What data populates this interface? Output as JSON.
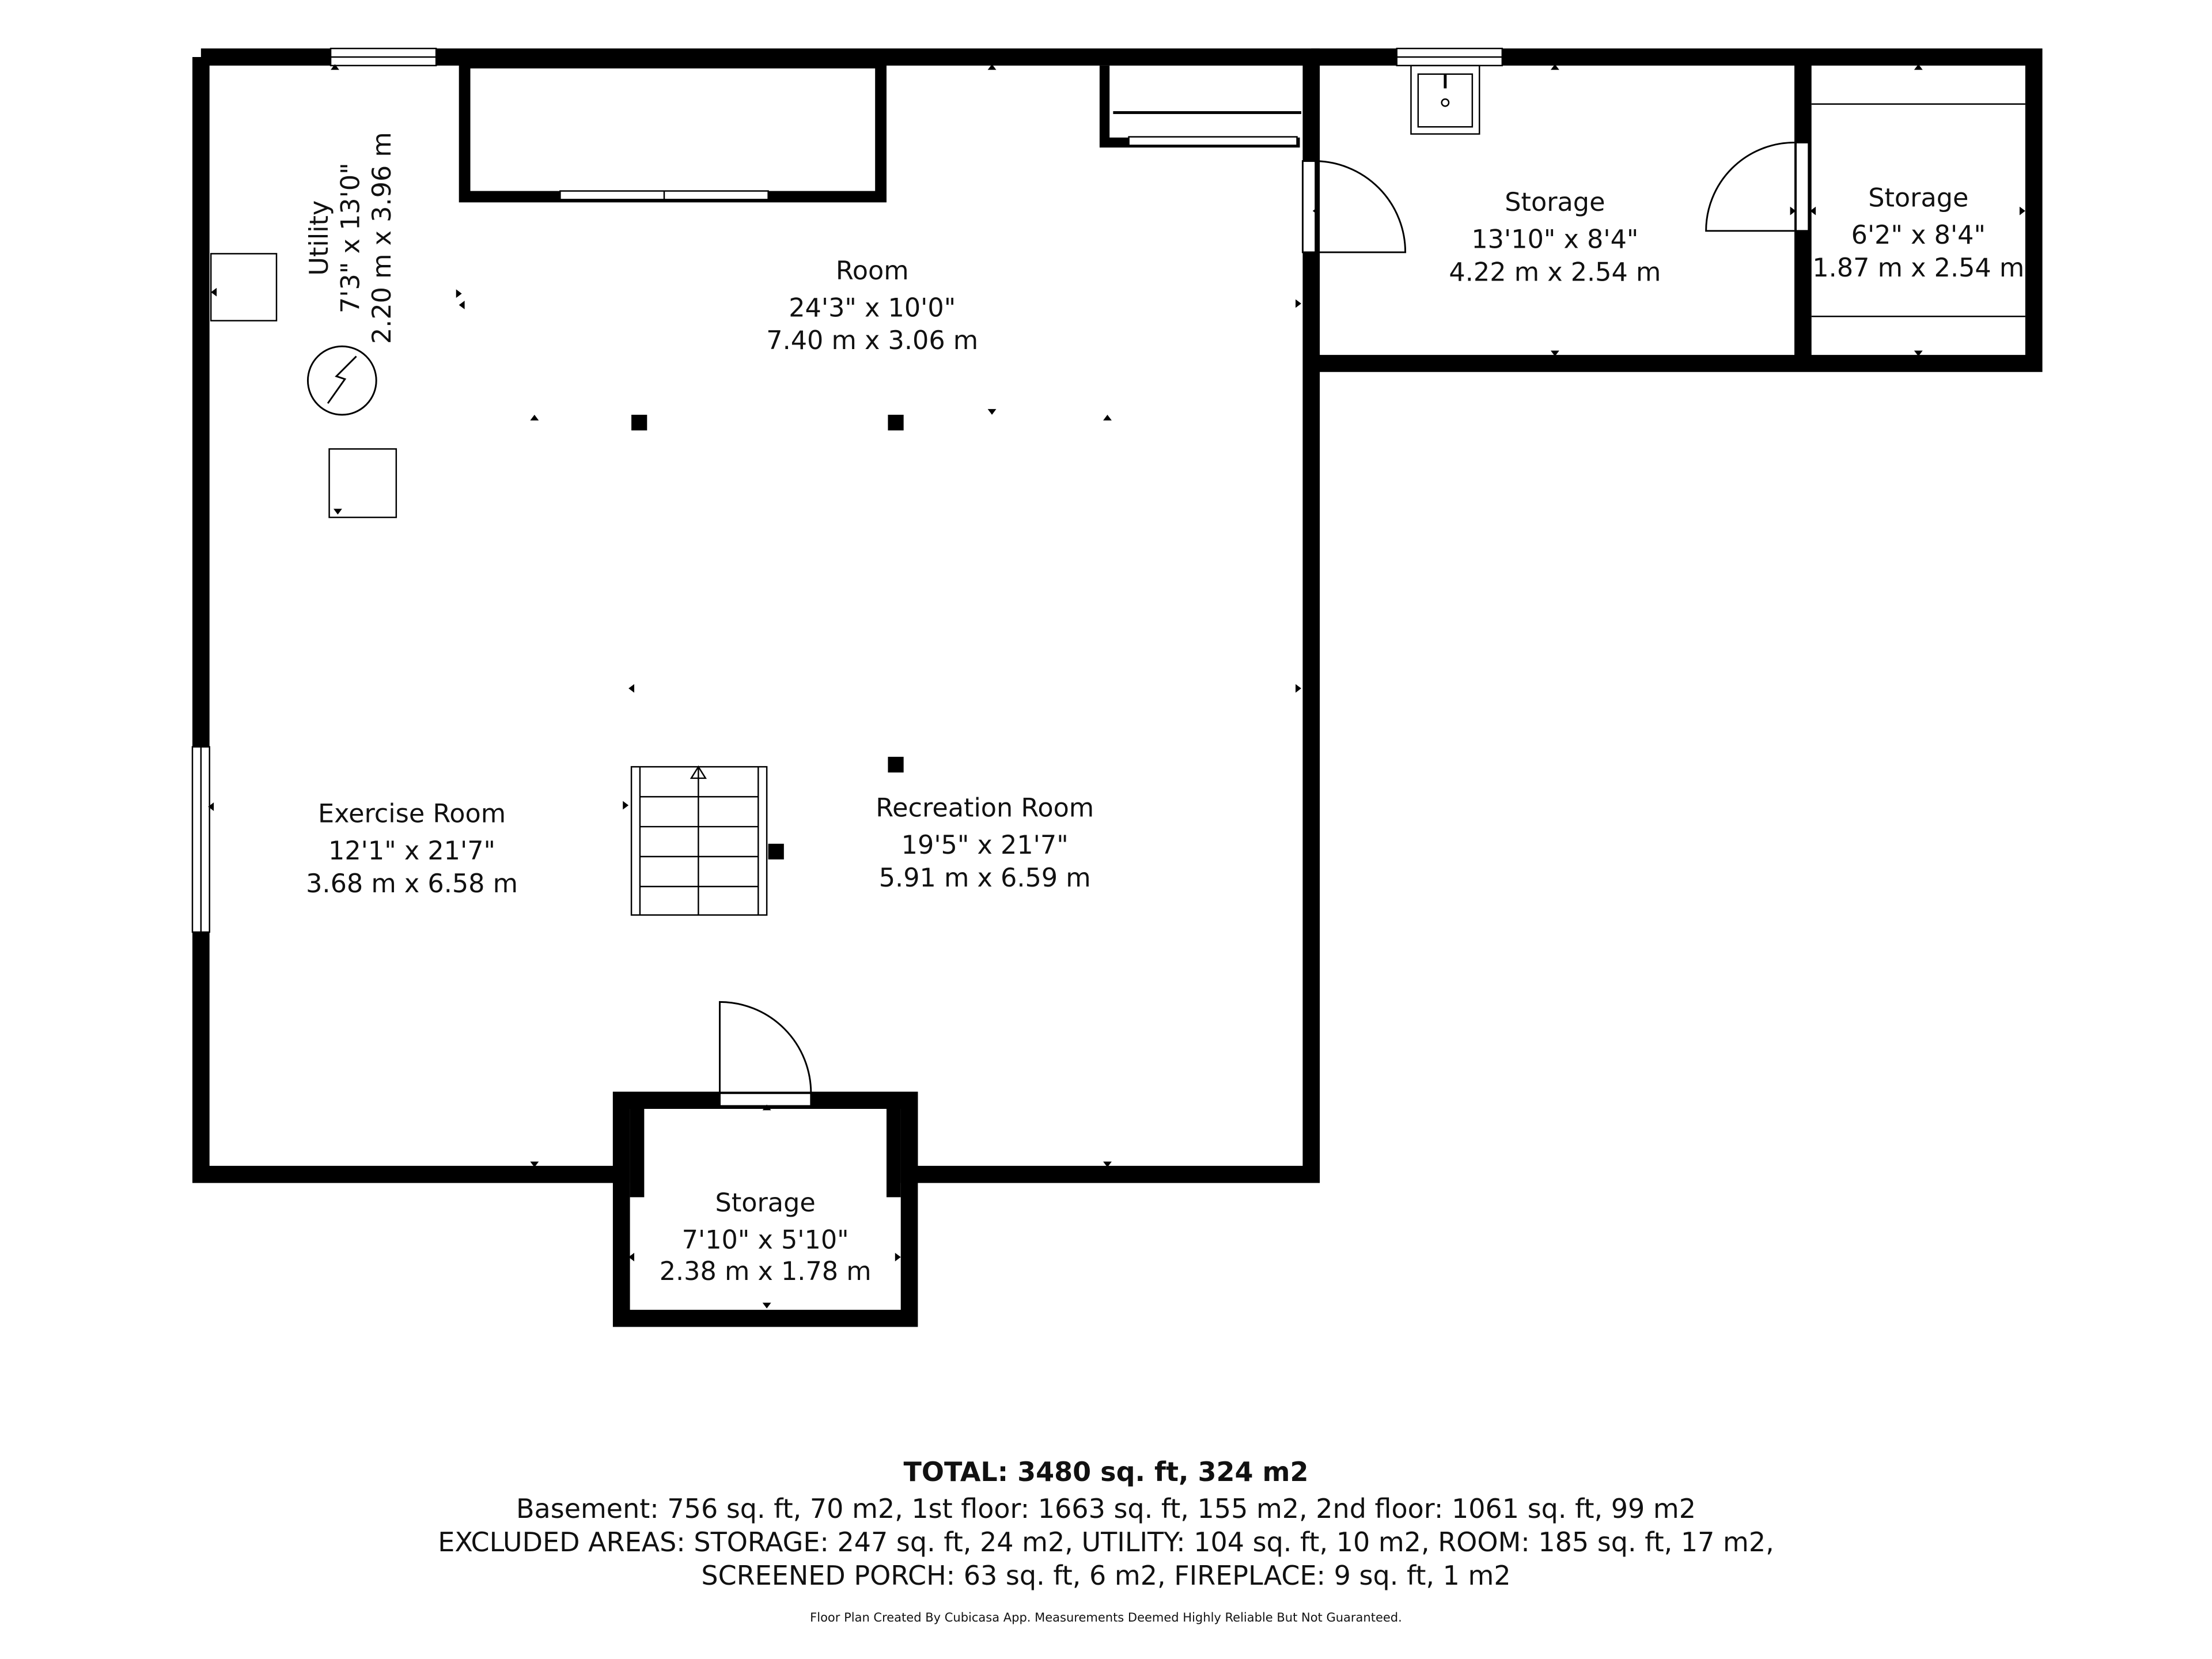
{
  "rooms": {
    "utility": {
      "name": "Utility",
      "dims_imperial": "7'3\" x 13'0\"",
      "dims_metric": "2.20 m x 3.96 m"
    },
    "room": {
      "name": "Room",
      "dims_imperial": "24'3\" x 10'0\"",
      "dims_metric": "7.40 m x 3.06 m"
    },
    "storage_mid": {
      "name": "Storage",
      "dims_imperial": "13'10\" x 8'4\"",
      "dims_metric": "4.22 m x 2.54 m"
    },
    "storage_right": {
      "name": "Storage",
      "dims_imperial": "6'2\" x 8'4\"",
      "dims_metric": "1.87 m x 2.54 m"
    },
    "exercise": {
      "name": "Exercise Room",
      "dims_imperial": "12'1\" x 21'7\"",
      "dims_metric": "3.68 m x 6.58 m"
    },
    "recreation": {
      "name": "Recreation Room",
      "dims_imperial": "19'5\" x 21'7\"",
      "dims_metric": "5.91 m x 6.59 m"
    },
    "storage_bottom": {
      "name": "Storage",
      "dims_imperial": "7'10\" x 5'10\"",
      "dims_metric": "2.38 m x 1.78 m"
    }
  },
  "footer": {
    "total": "TOTAL: 3480 sq. ft, 324 m2",
    "floors": "Basement: 756 sq. ft, 70 m2, 1st floor: 1663 sq. ft, 155 m2, 2nd floor: 1061 sq. ft, 99 m2",
    "excluded_1": "EXCLUDED AREAS: STORAGE: 247 sq. ft, 24 m2, UTILITY: 104 sq. ft, 10 m2, ROOM: 185 sq. ft, 17 m2,",
    "excluded_2": "SCREENED PORCH: 63 sq. ft, 6 m2, FIREPLACE: 9 sq. ft, 1 m2",
    "credit": "Floor Plan Created By Cubicasa App. Measurements Deemed Highly Reliable But Not Guaranteed."
  },
  "colors": {
    "wall": "#000000",
    "background": "#ffffff",
    "line": "#111111"
  }
}
